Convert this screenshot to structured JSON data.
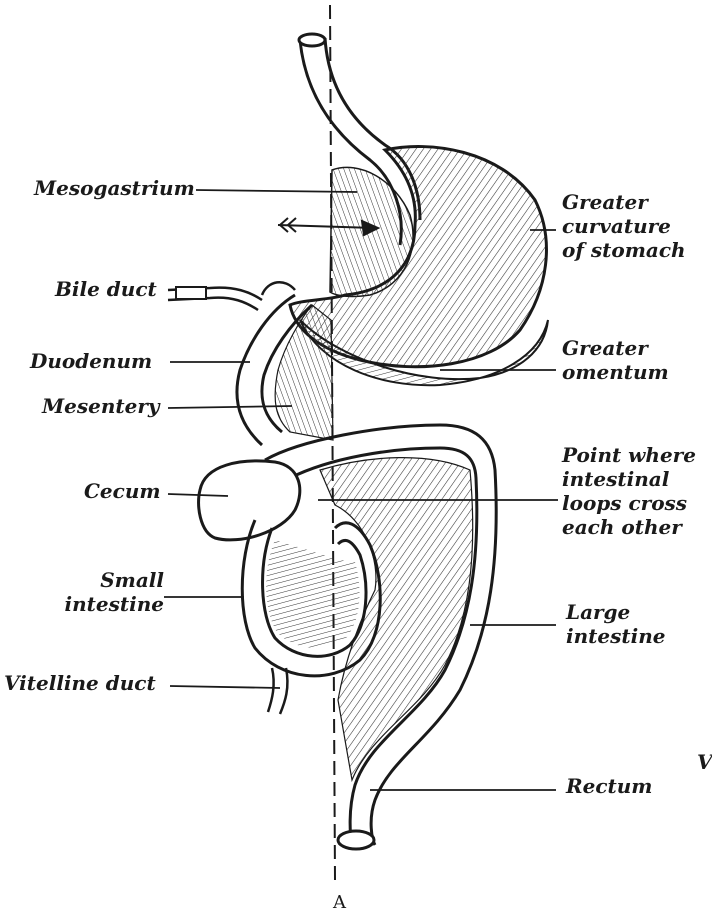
{
  "labels_left": {
    "mesogastrium": "Mesogastrium",
    "bile_duct": "Bile duct",
    "duodenum": "Duodenum",
    "mesentery": "Mesentery",
    "cecum": "Cecum",
    "small_intestine": [
      "Small",
      "intestine"
    ],
    "vitelline_duct": "Vitelline duct"
  },
  "labels_right": {
    "greater_curvature": [
      "Greater",
      "curvature",
      "of stomach"
    ],
    "greater_omentum": [
      "Greater",
      "omentum"
    ],
    "crossing_point": [
      "Point where",
      "intestinal",
      "loops cross",
      "each other"
    ],
    "large_intestine": [
      "Large",
      "intestine"
    ],
    "rectum": "Rectum"
  },
  "bottom_letter": "A",
  "edge_letter": "V"
}
